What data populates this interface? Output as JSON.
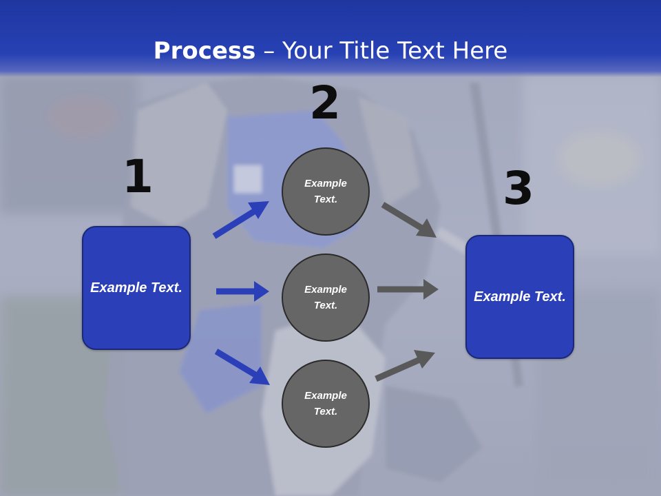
{
  "title": {
    "bold": "Process",
    "separator": " – ",
    "rest": "Your Title Text Here"
  },
  "steps": {
    "n1": "1",
    "n2": "2",
    "n3": "3"
  },
  "boxes": {
    "left": "Example Text.",
    "right": "Example Text."
  },
  "circles": {
    "top": "Example Text.",
    "middle": "Example Text.",
    "bottom": "Example Text."
  },
  "colors": {
    "title_band": "#2741b4",
    "box_fill": "#2b3fb8",
    "circle_fill": "#666666",
    "blue_arrow": "#2b3fb8",
    "gray_arrow": "#595959"
  }
}
